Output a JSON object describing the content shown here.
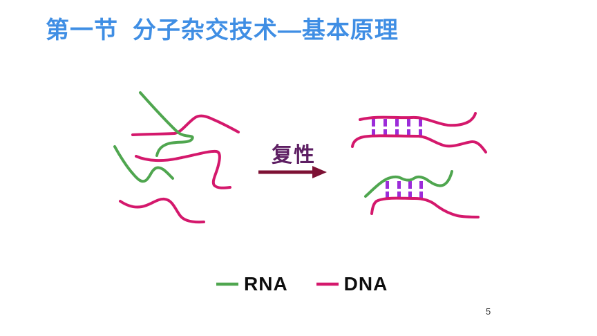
{
  "title": {
    "text": "第一节  分子杂交技术—基本原理",
    "color": "#3f8ee4"
  },
  "diagram": {
    "arrow_label": "复性",
    "arrow_label_color": "#5e1f63",
    "arrow_color": "#7d1134"
  },
  "colors": {
    "rna": "#4fa64f",
    "dna": "#d4186c",
    "base_pair": "#9c2cd9"
  },
  "legend": {
    "items": [
      {
        "label": "RNA",
        "color": "#4fa64f"
      },
      {
        "label": "DNA",
        "color": "#d4186c"
      }
    ]
  },
  "page_number": "5"
}
